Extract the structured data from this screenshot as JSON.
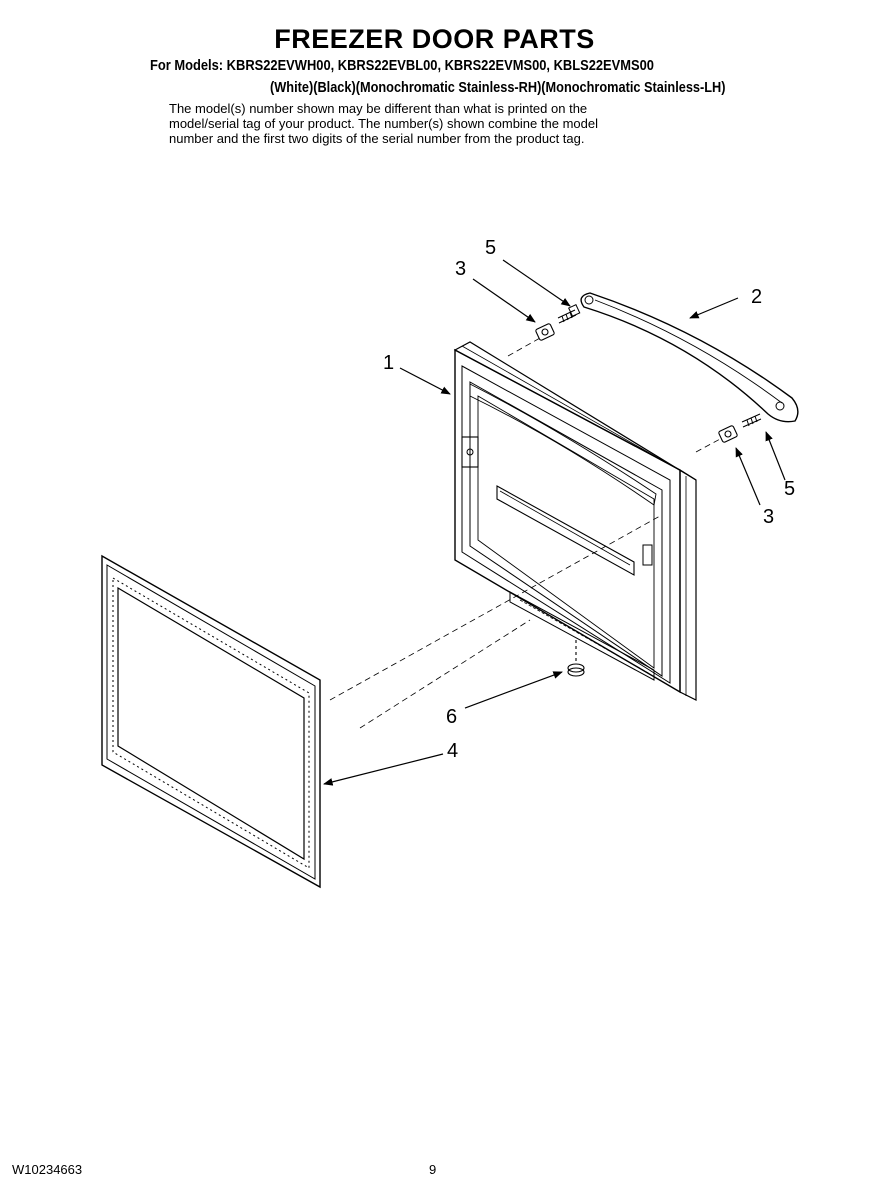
{
  "header": {
    "title": "FREEZER DOOR PARTS",
    "models_line": "For Models: KBRS22EVWH00, KBRS22EVBL00, KBRS22EVMS00, KBLS22EVMS00",
    "variants_line": "(White)(Black)(Monochromatic Stainless-RH)(Monochromatic Stainless-LH)",
    "note_lines": [
      "The model(s) number shown may be different than what is printed on the",
      "model/serial tag of your product. The number(s) shown combine the model",
      "number and the first two digits of the serial number from the product tag."
    ]
  },
  "diagram": {
    "callouts": [
      "5",
      "3",
      "2",
      "1",
      "5",
      "3",
      "6",
      "4"
    ]
  },
  "footer": {
    "document_code": "W10234663",
    "page_number": "9"
  }
}
